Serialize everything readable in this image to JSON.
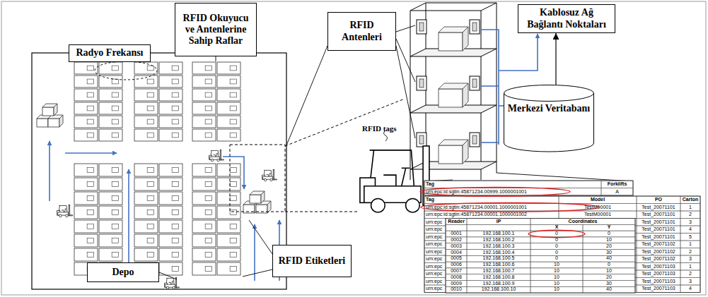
{
  "diagram": {
    "nodes": [
      {
        "text": [
          "Radyo Frekansı"
        ]
      },
      {
        "text": [
          "RFID Okuyucu ve Antenlerine Sahip Raflar"
        ]
      },
      {
        "text": [
          "RFID Antenleri"
        ]
      },
      {
        "text": [
          "Kablosuz Ağ Bağlantı Noktaları"
        ]
      },
      {
        "text": [
          "Merkezi Veritabanı"
        ]
      },
      {
        "text": [
          "Depo"
        ]
      },
      {
        "text": [
          "RFID Etiketleri"
        ]
      }
    ],
    "edges": [
      {
        "from": 4,
        "to": 3,
        "arrow": "to"
      }
    ],
    "labels": [
      "RFID tags",
      "Tag",
      "Forklifts",
      "urn:epc:id:sgtin:45871234.00999.1000001001",
      "A",
      "Tag",
      "Model",
      "PO",
      "Carton",
      "urn:epc:id:sgtin:45871234.00001.1000001001",
      "TestM00001",
      "Test_20071101",
      "1",
      "urn:epc:id:sgtin:45871234.00001.1000001002",
      "TestM00001",
      "Test_20071101",
      "2",
      "urn:epc",
      "Test_20071101",
      "3",
      "urn:epc",
      "Test_20071101",
      "4",
      "urn:epc",
      "Test_20071101",
      "5",
      "urn:epc",
      "Test_20071102",
      "1",
      "urn:epc",
      "Test_20071102",
      "2",
      "urn:epc",
      "Test_20071102",
      "3",
      "urn:epc",
      "Test_20071103",
      "1",
      "urn:epc",
      "Test_20071103",
      "2",
      "urn:epc",
      "Test_20071103",
      "3",
      "urn:epc",
      "Test_20071103",
      "4",
      "Reader",
      "IP",
      "Coordinates",
      "X",
      "Y",
      "0001",
      "192.168.100.1",
      "0",
      "0",
      "0002",
      "192.168.100.2",
      "0",
      "10",
      "0003",
      "192.168.100.3",
      "0",
      "20",
      "0004",
      "192.168.100.4",
      "0",
      "30",
      "0005",
      "192.168.100.5",
      "0",
      "40",
      "0006",
      "192.168.100.6",
      "10",
      "0",
      "0007",
      "192.168.100.7",
      "10",
      "10",
      "0008",
      "192.168.100.8",
      "10",
      "20",
      "0009",
      "192.168.100.9",
      "10",
      "30",
      "0010",
      "192.168.100.10",
      "10",
      "40"
    ]
  }
}
